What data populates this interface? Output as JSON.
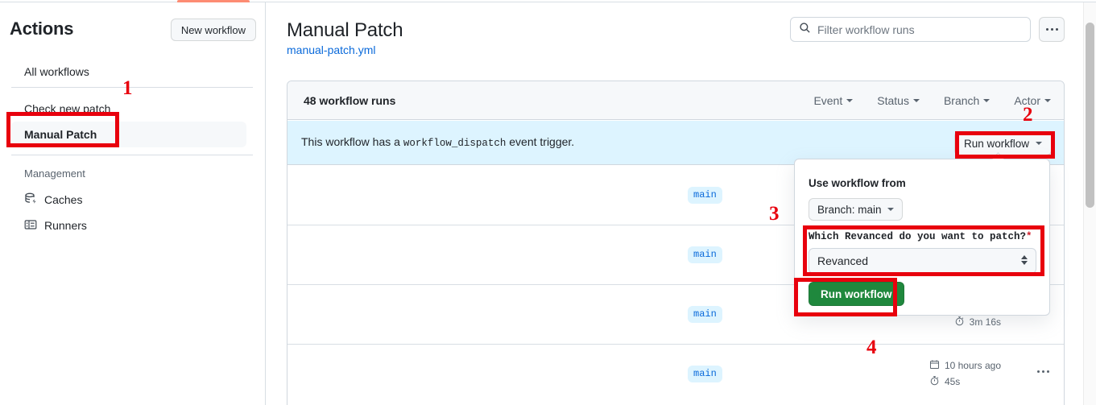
{
  "sidebar": {
    "title": "Actions",
    "new_workflow_label": "New workflow",
    "items": [
      {
        "label": "All workflows"
      },
      {
        "label": "Check new patch"
      },
      {
        "label": "Manual Patch"
      }
    ],
    "management_label": "Management",
    "management_items": [
      {
        "label": "Caches",
        "icon": "cache-icon"
      },
      {
        "label": "Runners",
        "icon": "runners-icon"
      }
    ]
  },
  "header": {
    "title": "Manual Patch",
    "file_link": "manual-patch.yml",
    "search_placeholder": "Filter workflow runs",
    "search_icon": "search-icon",
    "kebab_icon": "kebab-horizontal-icon"
  },
  "runs": {
    "count_label": "48 workflow runs",
    "filters": [
      {
        "label": "Event"
      },
      {
        "label": "Status"
      },
      {
        "label": "Branch"
      },
      {
        "label": "Actor"
      }
    ],
    "dispatch_banner": {
      "text_before": "This workflow has a",
      "code": "workflow_dispatch",
      "text_after": "event trigger.",
      "run_button_label": "Run workflow"
    },
    "rows": [
      {
        "branch": "main",
        "timestamp": "",
        "duration": ""
      },
      {
        "branch": "main",
        "timestamp": "",
        "duration": ""
      },
      {
        "branch": "main",
        "timestamp": "",
        "duration": "3m 16s"
      },
      {
        "branch": "main",
        "timestamp": "10 hours ago",
        "duration": "45s"
      }
    ]
  },
  "dropdown": {
    "use_workflow_from_label": "Use workflow from",
    "branch_selector_label": "Branch: main",
    "input_label": "Which Revanced do you want to patch?",
    "required_marker": "*",
    "select_value": "Revanced",
    "submit_label": "Run workflow"
  },
  "annotations": [
    {
      "number": "1"
    },
    {
      "number": "2"
    },
    {
      "number": "3"
    },
    {
      "number": "4"
    }
  ],
  "colors": {
    "accent_blue": "#0969da",
    "green_button": "#1f883d",
    "annotation_red": "#e8000d",
    "banner_blue": "#ddf4ff",
    "tab_indicator": "#fd8c73"
  }
}
